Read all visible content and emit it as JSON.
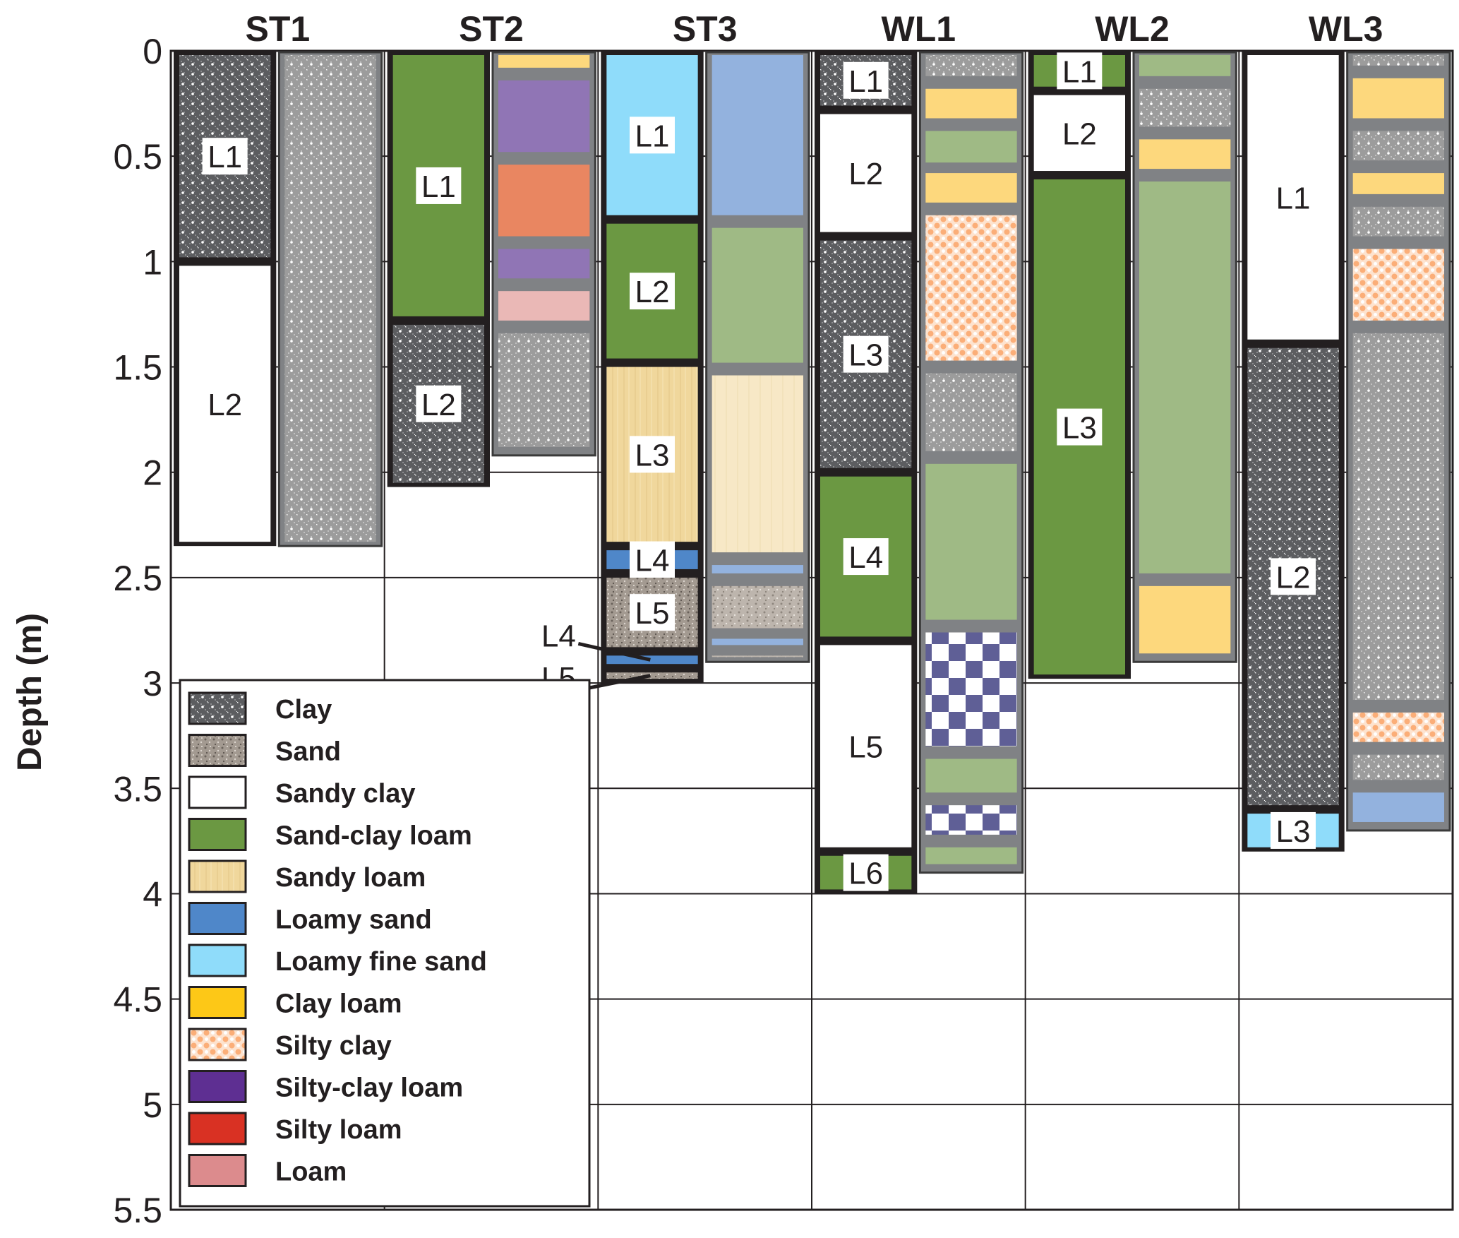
{
  "chart_data": {
    "type": "table",
    "title": "",
    "ylabel": "Depth (m)",
    "xlabel": "",
    "ylim": [
      0,
      5.5
    ],
    "yticks": [
      "0",
      "0.5",
      "1",
      "1.5",
      "2",
      "2.5",
      "3",
      "3.5",
      "4",
      "4.5",
      "5",
      "5.5"
    ],
    "ytick_values": [
      0,
      0.5,
      1,
      1.5,
      2,
      2.5,
      3,
      3.5,
      4,
      4.5,
      5,
      5.5
    ],
    "grid": true,
    "legend_position": "bottom-left",
    "soil_types": [
      {
        "key": "clay",
        "label": "Clay",
        "color": "#6d6e71",
        "pattern": "dots-dark"
      },
      {
        "key": "sand",
        "label": "Sand",
        "color": "#a39a91",
        "pattern": "speckle"
      },
      {
        "key": "sandy_clay",
        "label": "Sandy clay",
        "color": "#ffffff",
        "pattern": "none"
      },
      {
        "key": "sand_clay_loam",
        "label": "Sand-clay loam",
        "color": "#6b9842",
        "pattern": "none"
      },
      {
        "key": "sandy_loam",
        "label": "Sandy loam",
        "color": "#f0d79c",
        "pattern": "grain"
      },
      {
        "key": "loamy_sand",
        "label": "Loamy sand",
        "color": "#4f87c9",
        "pattern": "none"
      },
      {
        "key": "loamy_fine_sand",
        "label": "Loamy fine sand",
        "color": "#8fdcfa",
        "pattern": "none"
      },
      {
        "key": "clay_loam",
        "label": "Clay loam",
        "color": "#fdc817",
        "pattern": "none"
      },
      {
        "key": "silty_clay",
        "label": "Silty clay",
        "color": "#f7a060",
        "pattern": "bubbles"
      },
      {
        "key": "silty_clay_loam",
        "label": "Silty-clay loam",
        "color": "#5e2f92",
        "pattern": "none"
      },
      {
        "key": "silty_loam",
        "label": "Silty loam",
        "color": "#d93123",
        "pattern": "none"
      },
      {
        "key": "loam",
        "label": "Loam",
        "color": "#dc8b8d",
        "pattern": "none"
      }
    ],
    "model_colors": {
      "clay": "#9c9c9c",
      "sand": "#b9b1a9",
      "sand_clay_loam": "#9fba85",
      "sandy_loam": "#f6e7c2",
      "loamy_sand": "#93b2de",
      "clay_loam": "#fdd87d",
      "silty_clay": "#fbb27e",
      "silty_clay_loam": "#9075b5",
      "silty_loam": "#e98661",
      "loam": "#eab8b6",
      "checker": "#5f5f96"
    },
    "stations": [
      {
        "name": "ST1",
        "field_layers": [
          {
            "label": "L1",
            "soil": "clay",
            "top": 0,
            "bottom": 1.0
          },
          {
            "label": "L2",
            "soil": "sandy_clay",
            "top": 1.0,
            "bottom": 2.35
          }
        ],
        "model_depth": 2.35,
        "model_layers": [
          {
            "soil": "clay",
            "top": 0,
            "bottom": 2.35
          }
        ]
      },
      {
        "name": "ST2",
        "field_layers": [
          {
            "label": "L1",
            "soil": "sand_clay_loam",
            "top": 0,
            "bottom": 1.28
          },
          {
            "label": "L2",
            "soil": "clay",
            "top": 1.28,
            "bottom": 2.07
          }
        ],
        "model_depth": 1.92,
        "model_layers": [
          {
            "soil": "clay_loam",
            "top": 0,
            "bottom": 0.08
          },
          {
            "soil": "silty_clay_loam",
            "top": 0.12,
            "bottom": 0.48
          },
          {
            "soil": "silty_loam",
            "top": 0.52,
            "bottom": 0.88
          },
          {
            "soil": "silty_clay_loam",
            "top": 0.92,
            "bottom": 1.08
          },
          {
            "soil": "loam",
            "top": 1.12,
            "bottom": 1.28
          },
          {
            "soil": "clay",
            "top": 1.32,
            "bottom": 1.9
          }
        ]
      },
      {
        "name": "ST3",
        "field_layers": [
          {
            "label": "L1",
            "soil": "loamy_fine_sand",
            "top": 0,
            "bottom": 0.8
          },
          {
            "label": "L2",
            "soil": "sand_clay_loam",
            "top": 0.8,
            "bottom": 1.48
          },
          {
            "label": "L3",
            "soil": "sandy_loam",
            "top": 1.48,
            "bottom": 2.35
          },
          {
            "label": "L4",
            "soil": "loamy_sand",
            "top": 2.35,
            "bottom": 2.48
          },
          {
            "label": "L5",
            "soil": "sand",
            "top": 2.48,
            "bottom": 2.85
          },
          {
            "label": "L4",
            "soil": "loamy_sand",
            "top": 2.85,
            "bottom": 2.93,
            "callout": true
          },
          {
            "label": "L5",
            "soil": "sand",
            "top": 2.93,
            "bottom": 3.0,
            "callout": true
          }
        ],
        "model_depth": 2.9,
        "model_layers": [
          {
            "soil": "loamy_sand",
            "top": 0,
            "bottom": 0.78
          },
          {
            "soil": "sand_clay_loam",
            "top": 0.82,
            "bottom": 1.48
          },
          {
            "soil": "sandy_loam",
            "top": 1.52,
            "bottom": 2.38
          },
          {
            "soil": "loamy_sand",
            "top": 2.42,
            "bottom": 2.48
          },
          {
            "soil": "sand",
            "top": 2.52,
            "bottom": 2.74
          },
          {
            "soil": "loamy_sand",
            "top": 2.77,
            "bottom": 2.82
          },
          {
            "soil": "sand",
            "top": 2.85,
            "bottom": 2.88
          }
        ]
      },
      {
        "name": "WL1",
        "field_layers": [
          {
            "label": "L1",
            "soil": "clay",
            "top": 0,
            "bottom": 0.28
          },
          {
            "label": "L2",
            "soil": "sandy_clay",
            "top": 0.28,
            "bottom": 0.88
          },
          {
            "label": "L3",
            "soil": "clay",
            "top": 0.88,
            "bottom": 2.0
          },
          {
            "label": "L4",
            "soil": "sand_clay_loam",
            "top": 2.0,
            "bottom": 2.8
          },
          {
            "label": "L5",
            "soil": "sandy_clay",
            "top": 2.8,
            "bottom": 3.8
          },
          {
            "label": "L6",
            "soil": "sand_clay_loam",
            "top": 3.8,
            "bottom": 4.0
          }
        ],
        "model_depth": 3.9,
        "model_layers": [
          {
            "soil": "clay",
            "top": 0,
            "bottom": 0.12
          },
          {
            "soil": "clay_loam",
            "top": 0.16,
            "bottom": 0.32
          },
          {
            "soil": "sand_clay_loam",
            "top": 0.36,
            "bottom": 0.53
          },
          {
            "soil": "clay_loam",
            "top": 0.56,
            "bottom": 0.72
          },
          {
            "soil": "silty_clay",
            "top": 0.76,
            "bottom": 1.47
          },
          {
            "soil": "clay",
            "top": 1.51,
            "bottom": 1.9
          },
          {
            "soil": "sand_clay_loam",
            "top": 1.94,
            "bottom": 2.7
          },
          {
            "soil": "checker",
            "top": 2.74,
            "bottom": 3.3
          },
          {
            "soil": "sand_clay_loam",
            "top": 3.34,
            "bottom": 3.52
          },
          {
            "soil": "checker",
            "top": 3.56,
            "bottom": 3.72
          },
          {
            "soil": "sand_clay_loam",
            "top": 3.76,
            "bottom": 3.88
          }
        ]
      },
      {
        "name": "WL2",
        "field_layers": [
          {
            "label": "L1",
            "soil": "sand_clay_loam",
            "top": 0,
            "bottom": 0.19
          },
          {
            "label": "L2",
            "soil": "sandy_clay",
            "top": 0.19,
            "bottom": 0.59
          },
          {
            "label": "L3",
            "soil": "sand_clay_loam",
            "top": 0.59,
            "bottom": 2.98
          }
        ],
        "model_depth": 2.9,
        "model_layers": [
          {
            "soil": "sand_clay_loam",
            "top": 0,
            "bottom": 0.12
          },
          {
            "soil": "clay",
            "top": 0.16,
            "bottom": 0.36
          },
          {
            "soil": "clay_loam",
            "top": 0.4,
            "bottom": 0.56
          },
          {
            "soil": "sand_clay_loam",
            "top": 0.6,
            "bottom": 2.48
          },
          {
            "soil": "clay_loam",
            "top": 2.52,
            "bottom": 2.88
          }
        ]
      },
      {
        "name": "WL3",
        "field_layers": [
          {
            "label": "L1",
            "soil": "sandy_clay",
            "top": 0,
            "bottom": 1.39
          },
          {
            "label": "L2",
            "soil": "clay",
            "top": 1.39,
            "bottom": 3.6
          },
          {
            "label": "L3",
            "soil": "loamy_fine_sand",
            "top": 3.6,
            "bottom": 3.8
          }
        ],
        "model_depth": 3.7,
        "model_layers": [
          {
            "soil": "clay",
            "top": 0,
            "bottom": 0.07
          },
          {
            "soil": "clay_loam",
            "top": 0.11,
            "bottom": 0.32
          },
          {
            "soil": "clay",
            "top": 0.36,
            "bottom": 0.52
          },
          {
            "soil": "clay_loam",
            "top": 0.56,
            "bottom": 0.68
          },
          {
            "soil": "clay",
            "top": 0.72,
            "bottom": 0.88
          },
          {
            "soil": "silty_clay",
            "top": 0.92,
            "bottom": 1.28
          },
          {
            "soil": "clay",
            "top": 1.32,
            "bottom": 3.08
          },
          {
            "soil": "silty_clay",
            "top": 3.12,
            "bottom": 3.28
          },
          {
            "soil": "clay",
            "top": 3.32,
            "bottom": 3.46
          },
          {
            "soil": "loamy_sand",
            "top": 3.5,
            "bottom": 3.68
          }
        ]
      }
    ]
  }
}
